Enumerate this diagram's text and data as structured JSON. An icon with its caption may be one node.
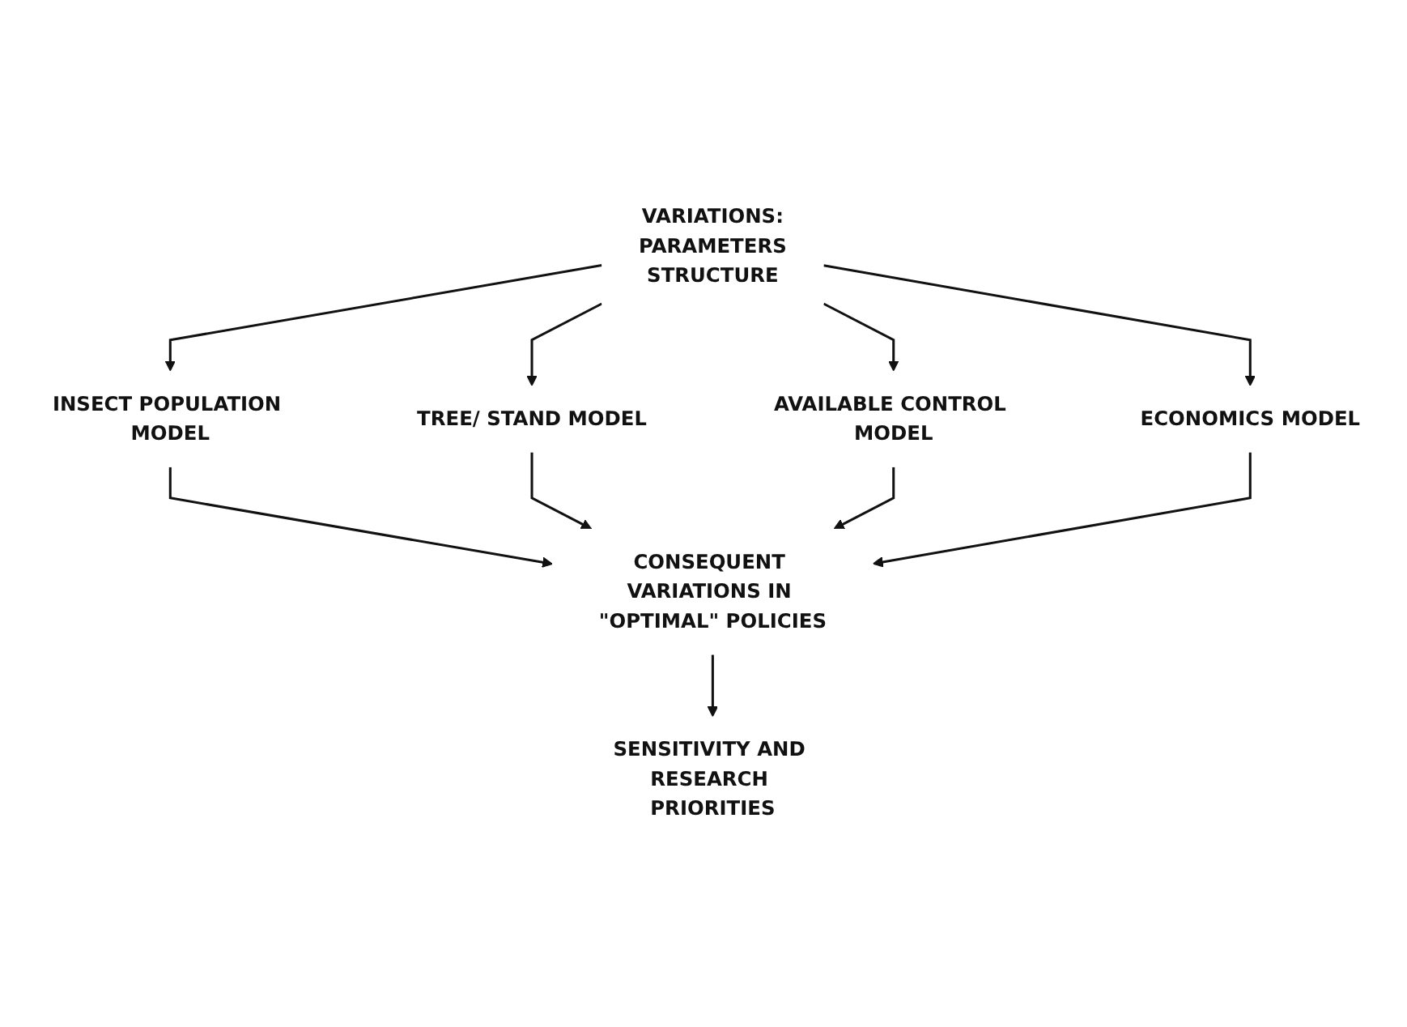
{
  "diagram": {
    "nodes": [
      {
        "text": [
          "VARIATIONS:",
          "PARAMETERS",
          "STRUCTURE"
        ]
      },
      {
        "text": [
          "INSECT POPULATION MODEL"
        ]
      },
      {
        "text": [
          "TREE/ STAND MODEL"
        ]
      },
      {
        "text": [
          "AVAILABLE CONTROL MODEL"
        ]
      },
      {
        "text": [
          "ECONOMICS MODEL"
        ]
      },
      {
        "text": [
          "CONSEQUENT VARIATIONS IN \"OPTIMAL\" POLICIES"
        ]
      },
      {
        "text": [
          "SENSITIVITY AND RESEARCH PRIORITIES"
        ]
      }
    ],
    "edges": [
      {
        "from": 0,
        "to": 1,
        "arrow": "to"
      },
      {
        "from": 0,
        "to": 2,
        "arrow": "to"
      },
      {
        "from": 0,
        "to": 3,
        "arrow": "to"
      },
      {
        "from": 0,
        "to": 4,
        "arrow": "to"
      },
      {
        "from": 1,
        "to": 5,
        "arrow": "to"
      },
      {
        "from": 2,
        "to": 5,
        "arrow": "to"
      },
      {
        "from": 3,
        "to": 5,
        "arrow": "to"
      },
      {
        "from": 4,
        "to": 5,
        "arrow": "to"
      },
      {
        "from": 5,
        "to": 6,
        "arrow": "to"
      }
    ]
  }
}
